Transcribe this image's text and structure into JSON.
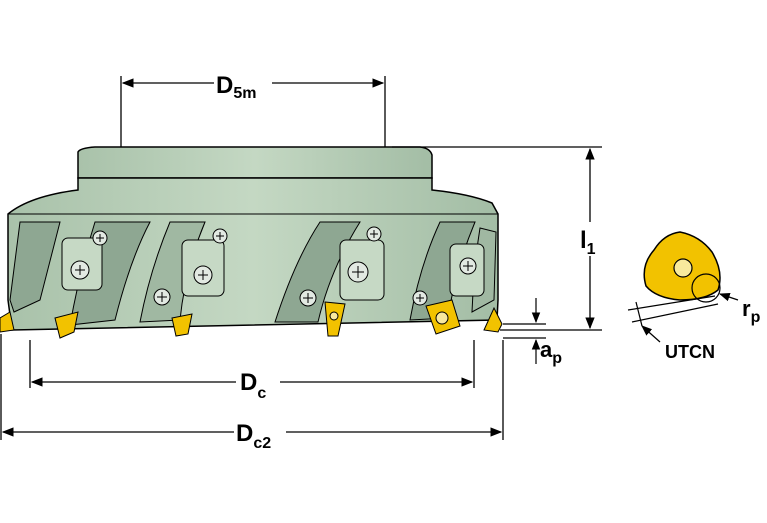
{
  "labels": {
    "d5m_main": "D",
    "d5m_sub": "5m",
    "l1_main": "l",
    "l1_sub": "1",
    "ap_main": "a",
    "ap_sub": "p",
    "dc_main": "D",
    "dc_sub": "c",
    "dc2_main": "D",
    "dc2_sub": "c2",
    "rp_main": "r",
    "rp_sub": "p",
    "insert_type": "UTCN"
  },
  "colors": {
    "body": "#b9cfb9",
    "body_dark": "#7f9a85",
    "insert": "#f2c200",
    "line": "#000000"
  }
}
